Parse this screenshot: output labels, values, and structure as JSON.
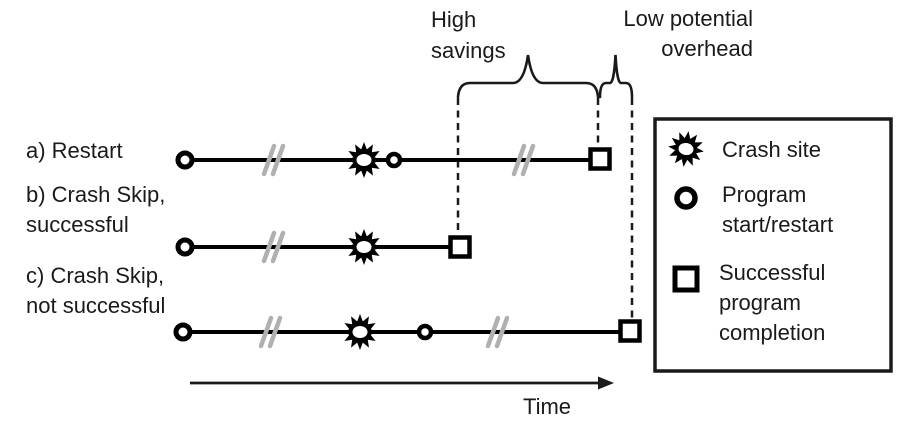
{
  "figure": {
    "title": "Crash Skip timeline comparison diagram",
    "colors": {
      "ink": "#1a1a1a",
      "line_black": "#000000",
      "break_gray": "#b0b0b0",
      "background": "#ffffff"
    }
  },
  "rows": [
    {
      "key": "a",
      "label_lines": [
        "a) Restart"
      ],
      "events": [
        "program-start",
        "elided-time-break",
        "crash-site",
        "program-restart",
        "elided-time-break",
        "successful-program-completion"
      ]
    },
    {
      "key": "b",
      "label_lines": [
        "b) Crash Skip,",
        "successful"
      ],
      "events": [
        "program-start",
        "elided-time-break",
        "crash-site",
        "successful-program-completion"
      ]
    },
    {
      "key": "c",
      "label_lines": [
        "c) Crash Skip,",
        "not successful"
      ],
      "events": [
        "program-start",
        "elided-time-break",
        "crash-site",
        "program-restart",
        "elided-time-break",
        "successful-program-completion"
      ]
    }
  ],
  "annotations": {
    "high_savings": {
      "lines": [
        "High",
        "savings"
      ]
    },
    "low_overhead": {
      "lines": [
        "Low potential",
        "overhead"
      ]
    }
  },
  "axis": {
    "label": "Time"
  },
  "legend": {
    "items": [
      {
        "icon": "crash-site-icon",
        "lines": [
          "Crash site"
        ]
      },
      {
        "icon": "program-start-restart-icon",
        "lines": [
          "Program",
          "start/restart"
        ]
      },
      {
        "icon": "successful-completion-icon",
        "lines": [
          "Successful",
          "program",
          "completion"
        ]
      }
    ]
  }
}
